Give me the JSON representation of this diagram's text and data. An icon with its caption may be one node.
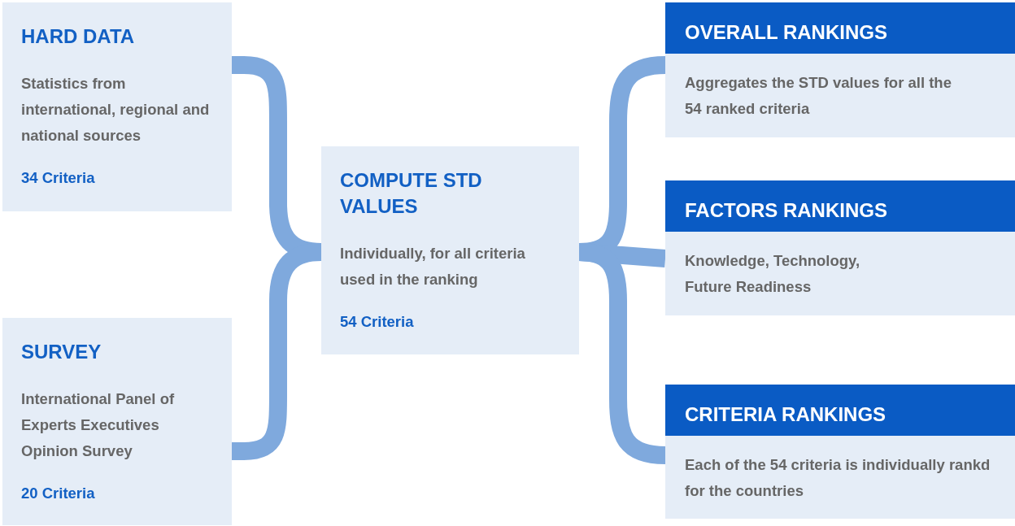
{
  "diagram": {
    "nodes": [
      {
        "text": [
          "HARD DATA",
          "Statistics from international, regional and national sources",
          "34 Criteria"
        ]
      },
      {
        "text": [
          "SURVEY",
          "International Panel of Experts Executives Opinion Survey",
          "20 Criteria"
        ]
      },
      {
        "text": [
          "COMPUTE STD VALUES",
          "Individually, for all criteria used in the ranking",
          "54 Criteria"
        ]
      },
      {
        "text": [
          "OVERALL RANKINGS",
          "Aggregates the STD values for all the 54 ranked criteria"
        ]
      },
      {
        "text": [
          "FACTORS RANKINGS",
          "Knowledge, Technology, Future Readiness"
        ]
      },
      {
        "text": [
          "CRITERIA RANKINGS",
          "Each of the 54 criteria is individually rankd for the countries"
        ]
      }
    ],
    "edges": [
      {
        "from": 0,
        "to": 2,
        "arrow": "none"
      },
      {
        "from": 1,
        "to": 2,
        "arrow": "none"
      },
      {
        "from": 2,
        "to": 3,
        "arrow": "none"
      },
      {
        "from": 2,
        "to": 4,
        "arrow": "none"
      },
      {
        "from": 2,
        "to": 5,
        "arrow": "none"
      }
    ]
  }
}
